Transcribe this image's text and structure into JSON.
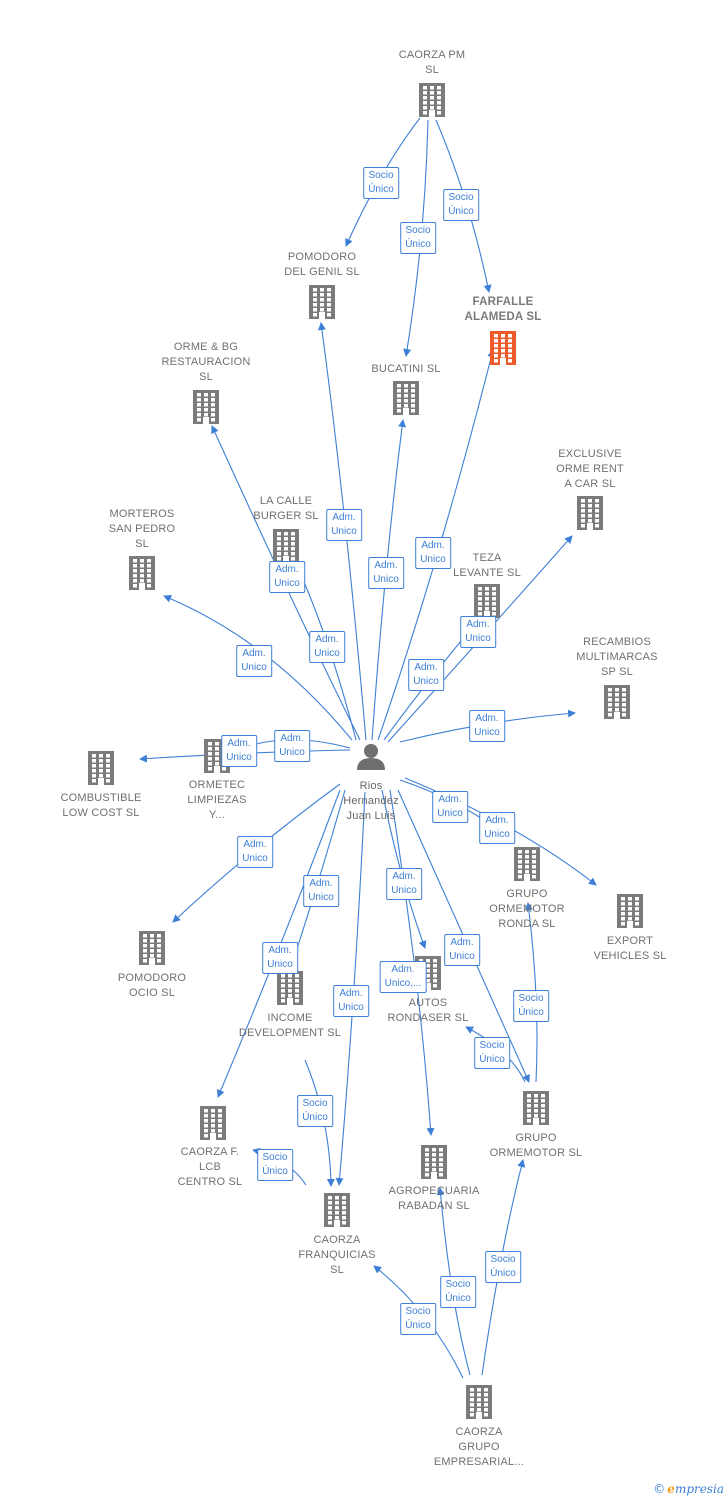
{
  "colors": {
    "edge": "#3d7fd6",
    "company": "#7b7b7b",
    "highlight": "#ee5a2a",
    "person": "#6f6f6f"
  },
  "nodes": [
    {
      "id": "caorza-pm",
      "type": "company",
      "label": [
        "CAORZA PM",
        "SL"
      ]
    },
    {
      "id": "pomodoro-genil",
      "type": "company",
      "label": [
        "POMODORO",
        "DEL GENIL  SL"
      ]
    },
    {
      "id": "farfalle",
      "type": "company",
      "highlight": true,
      "label": [
        "FARFALLE",
        "ALAMEDA  SL"
      ]
    },
    {
      "id": "bucatini",
      "type": "company",
      "label": [
        "BUCATINI  SL"
      ]
    },
    {
      "id": "orme-bg",
      "type": "company",
      "label": [
        "ORME & BG",
        "RESTAURACION",
        "SL"
      ]
    },
    {
      "id": "exclusive",
      "type": "company",
      "label": [
        "EXCLUSIVE",
        "ORME RENT",
        "A CAR  SL"
      ]
    },
    {
      "id": "la-calle",
      "type": "company",
      "label": [
        "LA CALLE",
        "BURGER  SL"
      ]
    },
    {
      "id": "morteros",
      "type": "company",
      "label": [
        "MORTEROS",
        "SAN PEDRO",
        "SL"
      ]
    },
    {
      "id": "teza",
      "type": "company",
      "label": [
        "TEZA",
        "LEVANTE  SL"
      ]
    },
    {
      "id": "recambios",
      "type": "company",
      "label": [
        "RECAMBIOS",
        "MULTIMARCAS",
        "SP SL"
      ]
    },
    {
      "id": "person",
      "type": "person",
      "label": [
        "Rios",
        "Hernandez",
        "Juan Luis"
      ]
    },
    {
      "id": "combustible",
      "type": "company",
      "label": [
        "COMBUSTIBLE",
        "LOW COST  SL"
      ]
    },
    {
      "id": "ormetec",
      "type": "company",
      "label": [
        "ORMETEC",
        "LIMPIEZAS",
        "Y..."
      ]
    },
    {
      "id": "grupo-ronda",
      "type": "company",
      "label": [
        "GRUPO",
        "ORMEMOTOR",
        "RONDA  SL"
      ]
    },
    {
      "id": "export",
      "type": "company",
      "label": [
        "EXPORT",
        "VEHICLES  SL"
      ]
    },
    {
      "id": "pomodoro-ocio",
      "type": "company",
      "label": [
        "POMODORO",
        "OCIO  SL"
      ]
    },
    {
      "id": "income",
      "type": "company",
      "label": [
        "INCOME",
        "DEVELOPMENT SL"
      ]
    },
    {
      "id": "autos",
      "type": "company",
      "label": [
        "AUTOS",
        "RONDASER  SL"
      ]
    },
    {
      "id": "grupo-ormemotor",
      "type": "company",
      "label": [
        "GRUPO",
        "ORMEMOTOR SL"
      ]
    },
    {
      "id": "caorza-lcb",
      "type": "company",
      "label": [
        "CAORZA F.",
        "LCB",
        "CENTRO  SL"
      ]
    },
    {
      "id": "agropecuaria",
      "type": "company",
      "label": [
        "AGROPECUARIA",
        "RABADAN  SL"
      ]
    },
    {
      "id": "caorza-franquicias",
      "type": "company",
      "label": [
        "CAORZA",
        "FRANQUICIAS",
        "SL"
      ]
    },
    {
      "id": "caorza-grupo",
      "type": "company",
      "label": [
        "CAORZA",
        "GRUPO",
        "EMPRESARIAL..."
      ]
    }
  ],
  "edges": [
    {
      "from": "caorza-pm",
      "to": "pomodoro-genil",
      "label": [
        "Socio",
        "Único"
      ]
    },
    {
      "from": "caorza-pm",
      "to": "bucatini",
      "label": [
        "Socio",
        "Único"
      ]
    },
    {
      "from": "caorza-pm",
      "to": "farfalle",
      "label": [
        "Socio",
        "Único"
      ]
    },
    {
      "from": "person",
      "to": "pomodoro-genil",
      "label": [
        "Adm.",
        "Unico"
      ]
    },
    {
      "from": "person",
      "to": "bucatini",
      "label": [
        "Adm.",
        "Unico"
      ]
    },
    {
      "from": "person",
      "to": "farfalle",
      "label": [
        "Adm.",
        "Unico"
      ]
    },
    {
      "from": "person",
      "to": "orme-bg",
      "label": [
        "Adm.",
        "Unico"
      ]
    },
    {
      "from": "person",
      "to": "la-calle",
      "label": [
        "Adm.",
        "Unico"
      ]
    },
    {
      "from": "person",
      "to": "morteros",
      "label": [
        "Adm.",
        "Unico"
      ]
    },
    {
      "from": "person",
      "to": "exclusive",
      "label": [
        "Adm.",
        "Unico"
      ]
    },
    {
      "from": "person",
      "to": "teza",
      "label": [
        "Adm.",
        "Unico"
      ]
    },
    {
      "from": "person",
      "to": "recambios",
      "label": [
        "Adm.",
        "Unico"
      ]
    },
    {
      "from": "person",
      "to": "combustible",
      "label": [
        "Adm.",
        "Unico"
      ]
    },
    {
      "from": "person",
      "to": "ormetec",
      "label": [
        "Adm.",
        "Unico"
      ]
    },
    {
      "from": "person",
      "to": "grupo-ronda",
      "label": [
        "Adm.",
        "Unico"
      ]
    },
    {
      "from": "person",
      "to": "export",
      "label": [
        "Adm.",
        "Unico"
      ]
    },
    {
      "from": "person",
      "to": "pomodoro-ocio",
      "label": [
        "Adm.",
        "Unico"
      ]
    },
    {
      "from": "person",
      "to": "income",
      "label": [
        "Adm.",
        "Unico"
      ]
    },
    {
      "from": "person",
      "to": "caorza-lcb",
      "label": [
        "Adm.",
        "Unico"
      ]
    },
    {
      "from": "person",
      "to": "caorza-franquicias",
      "label": [
        "Adm.",
        "Unico"
      ]
    },
    {
      "from": "person",
      "to": "autos",
      "label": [
        "Adm.",
        "Unico"
      ]
    },
    {
      "from": "person",
      "to": "agropecuaria",
      "label": [
        "Adm.",
        "Unico,..."
      ]
    },
    {
      "from": "person",
      "to": "grupo-ormemotor",
      "label": [
        "Adm.",
        "Unico"
      ]
    },
    {
      "from": "grupo-ormemotor",
      "to": "grupo-ronda",
      "label": [
        "Socio",
        "Único"
      ]
    },
    {
      "from": "grupo-ormemotor",
      "to": "autos",
      "label": [
        "Socio",
        "Único"
      ]
    },
    {
      "from": "income",
      "to": "caorza-franquicias",
      "label": [
        "Socio",
        "Único"
      ]
    },
    {
      "from": "caorza-franquicias",
      "to": "caorza-lcb",
      "label": [
        "Socio",
        "Único"
      ]
    },
    {
      "from": "caorza-grupo",
      "to": "caorza-franquicias",
      "label": [
        "Socio",
        "Único"
      ]
    },
    {
      "from": "caorza-grupo",
      "to": "agropecuaria",
      "label": [
        "Socio",
        "Único"
      ]
    },
    {
      "from": "caorza-grupo",
      "to": "grupo-ormemotor",
      "label": [
        "Socio",
        "Único"
      ]
    }
  ],
  "footer": {
    "copyright": "©",
    "brand_first": "e",
    "brand_rest": "mpresia"
  }
}
